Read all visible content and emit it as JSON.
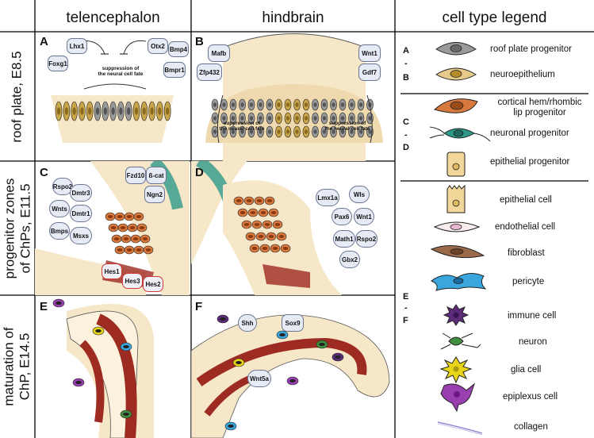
{
  "columns": {
    "telencephalon": "telencephalon",
    "hindbrain": "hindbrain",
    "legend": "cell type legend"
  },
  "rows": {
    "roof_plate": "roof plate, E8.5",
    "progenitor_line1": "progenitor zones",
    "progenitor_line2": "of ChPs, E11.5",
    "maturation_line1": "maturation of",
    "maturation_line2": "ChP, E14.5"
  },
  "panels": {
    "A": {
      "letter": "A",
      "chips": [
        "Lhx1",
        "Foxg1",
        "Otx2",
        "Bmp4",
        "Bmpr1"
      ],
      "suppression_line1": "suppression of",
      "suppression_line2": "the neural cell fate"
    },
    "B": {
      "letter": "B",
      "chips": [
        "Mafb",
        "Zfp432",
        "Wnt1",
        "Gdf7"
      ],
      "suppression_left_line1": "suppression of",
      "suppression_left_line2": "the neural cell fate",
      "suppression_right_line1": "suppression of",
      "suppression_right_line2": "the neural cell fate"
    },
    "C": {
      "letter": "C",
      "chips": [
        "Rspo2",
        "Dmtr3",
        "Wnts",
        "Dmtr1",
        "Bmps",
        "Msxs",
        "Fzd10",
        "ß-cat",
        "Ngn2"
      ],
      "red_chips": [
        "Hes1",
        "Hes3",
        "Hes2"
      ]
    },
    "D": {
      "letter": "D",
      "chips": [
        "Lmx1a",
        "Wls",
        "Pax6",
        "Wnt1",
        "Math1",
        "Rspo2",
        "Gbx2"
      ]
    },
    "E": {
      "letter": "E"
    },
    "F": {
      "letter": "F",
      "chips": [
        "Shh",
        "Sox9",
        "Wnt5a"
      ]
    }
  },
  "legend": {
    "group1": {
      "letters": [
        "A",
        "-",
        "B"
      ]
    },
    "group2": {
      "letters": [
        "C",
        "-",
        "D"
      ]
    },
    "group3": {
      "letters": [
        "E",
        "-",
        "F"
      ]
    },
    "items": [
      {
        "icon": "roof-plate-progenitor-icon",
        "label": "roof plate progenitor"
      },
      {
        "icon": "neuroepithelium-icon",
        "label": "neuroepithelium"
      },
      {
        "icon": "cortical-hem-icon",
        "label_line1": "cortical hem/rhombic",
        "label_line2": "lip progenitor"
      },
      {
        "icon": "neuronal-progenitor-icon",
        "label": "neuronal progenitor"
      },
      {
        "icon": "epithelial-progenitor-icon",
        "label": "epithelial progenitor"
      },
      {
        "icon": "epithelial-cell-icon",
        "label": "epithelial cell"
      },
      {
        "icon": "endothelial-cell-icon",
        "label": "endothelial cell"
      },
      {
        "icon": "fibroblast-icon",
        "label": "fibroblast"
      },
      {
        "icon": "pericyte-icon",
        "label": "pericyte"
      },
      {
        "icon": "immune-cell-icon",
        "label": "immune cell"
      },
      {
        "icon": "neuron-icon",
        "label": "neuron"
      },
      {
        "icon": "glia-cell-icon",
        "label": "glia cell"
      },
      {
        "icon": "epiplexus-cell-icon",
        "label": "epiplexus cell"
      },
      {
        "icon": "collagen-icon",
        "label": "collagen"
      }
    ]
  },
  "colors": {
    "tissue": "#f6e7c8",
    "tissue_dark": "#efd9ae",
    "roof_cell": "#9a9a9a",
    "neuro_cell": "#c9a64a",
    "hem_cell": "#d9793e",
    "progenitor_teal": "#2e9a8a",
    "vessel": "#9e2b22",
    "pericyte": "#3aa6de",
    "immune": "#5b2a78",
    "neuron": "#3f8f3f",
    "glia": "#e8d51a",
    "epiplexus": "#9a3fb0",
    "chip_border_red": "#c83a3a"
  }
}
